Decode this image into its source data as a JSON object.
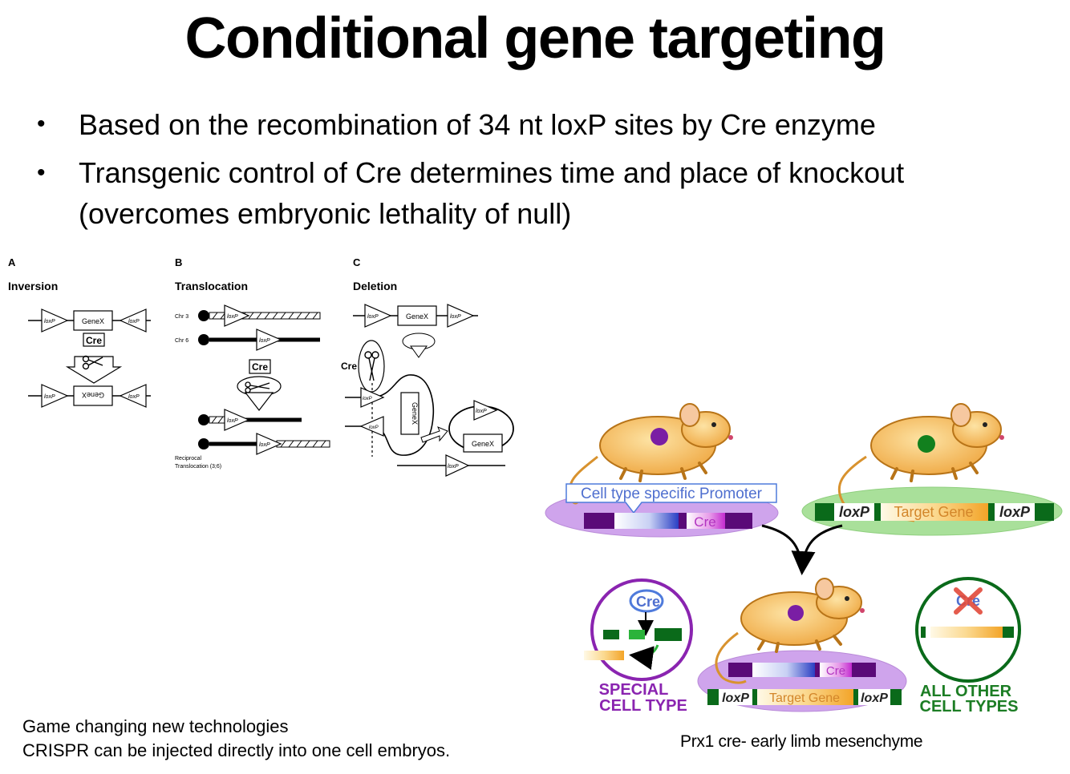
{
  "title": "Conditional gene targeting",
  "bullets": [
    "Based on the recombination of 34 nt loxP sites by Cre enzyme",
    "Transgenic control of Cre determines time and place of knockout",
    "(overcomes embryonic lethality of null)"
  ],
  "panels": {
    "a": {
      "letter": "A",
      "label": "Inversion",
      "gene": "GeneX",
      "gene_inverted": "GeneX",
      "lox": "loxP",
      "enzyme": "Cre"
    },
    "b": {
      "letter": "B",
      "label": "Translocation",
      "chr3": "Chr 3",
      "chr6": "Chr 6",
      "lox": "loxP",
      "enzyme": "Cre",
      "footer1": "Reciprocal",
      "footer2": "Translocation (3;6)"
    },
    "c": {
      "letter": "C",
      "label": "Deletion",
      "gene": "GeneX",
      "lox": "loxP",
      "enzyme": "Cre"
    }
  },
  "cross": {
    "promoter_label": "Cell type specific Promoter",
    "cre": "Cre",
    "loxp": "loxP",
    "target_gene": "Target Gene",
    "special_cell_type_1": "SPECIAL",
    "special_cell_type_2": "CELL TYPE",
    "other_cell_types_1": "ALL OTHER",
    "other_cell_types_2": "CELL TYPES",
    "caption": "Prx1 cre- early limb mesenchyme"
  },
  "footnote": {
    "line1": "Game changing new technologies",
    "line2": "CRISPR can be injected directly into one cell embryos."
  },
  "colors": {
    "purple": "#5a0a78",
    "green": "#0a6a1a",
    "purple_bg": "#cfa4ec",
    "green_bg": "#a9e09a",
    "mouse_body": "#f3b24a",
    "text_purple": "#8a24b0",
    "text_green": "#1c7d24"
  }
}
